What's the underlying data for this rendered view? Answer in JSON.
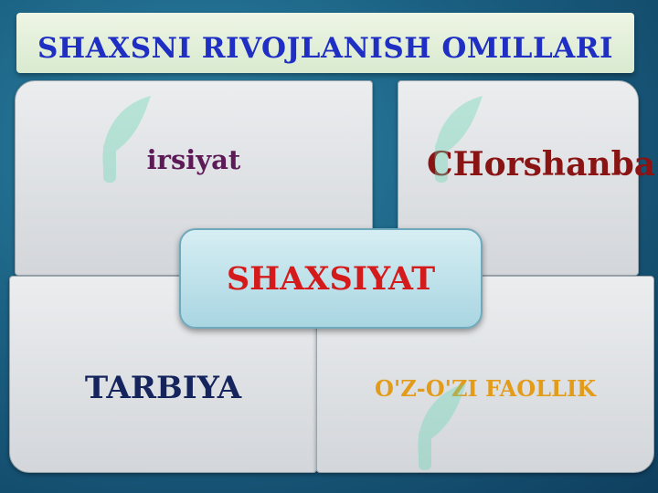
{
  "title": "SHAXSNI RIVOJLANISH OMILLARI",
  "center": "SHAXSIYAT",
  "boxes": {
    "top_left": "irsiyat",
    "top_right": "CHorshanba",
    "bottom_left": "TARBIYA",
    "bottom_right": "O'Z-O'ZI FAOLLIK"
  },
  "colors": {
    "title": "#1f2fc4",
    "center": "#d41a1a",
    "top_left": "#5c1a56",
    "top_right": "#8a1414",
    "bottom_left": "#16245e",
    "bottom_right": "#e39b1a"
  },
  "watermark_icons": [
    "leaf-logo-icon",
    "leaf-logo-icon",
    "leaf-logo-icon"
  ]
}
